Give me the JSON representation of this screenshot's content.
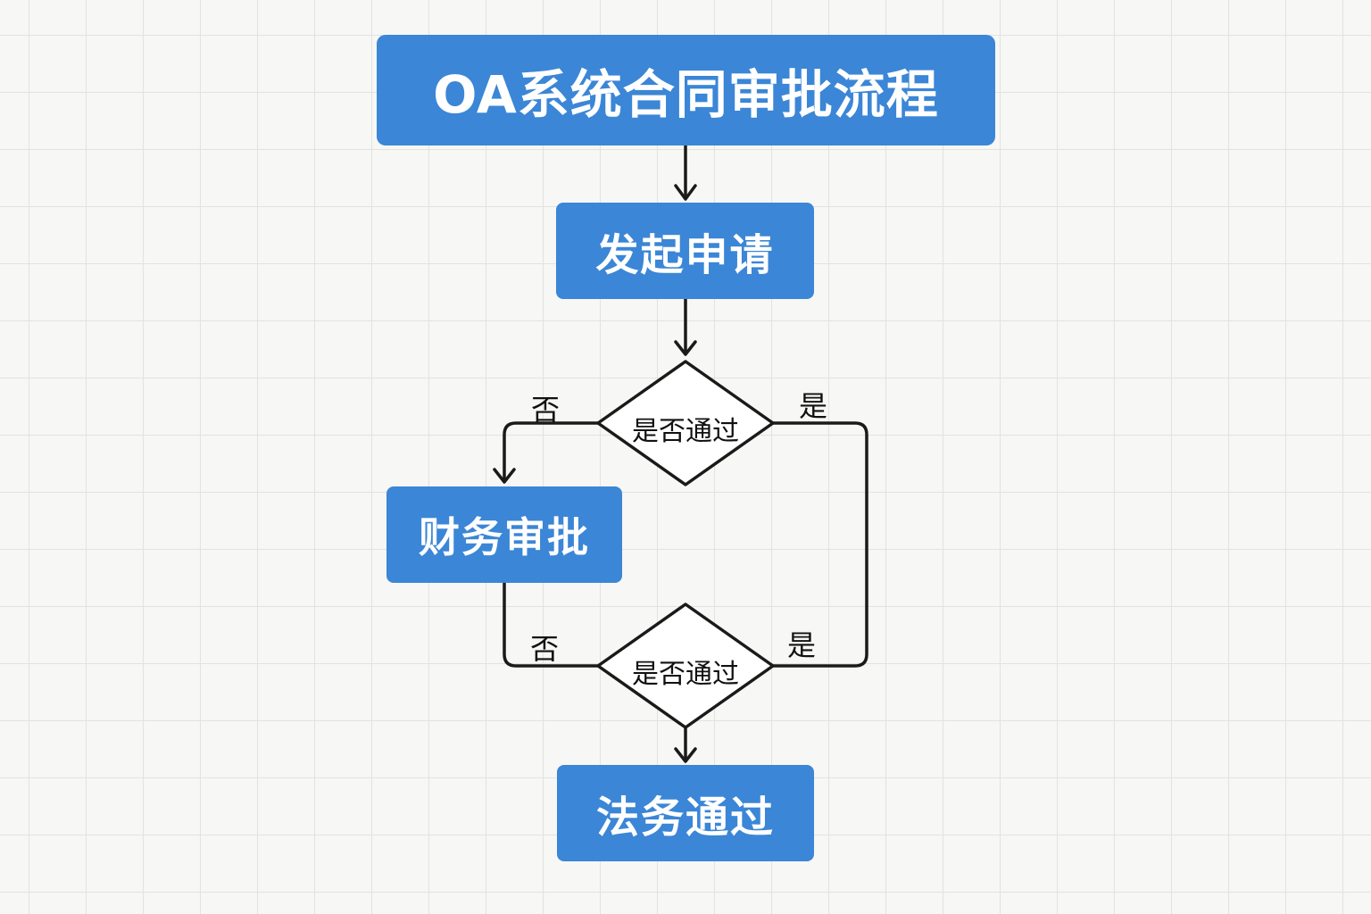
{
  "colors": {
    "node_fill": "#3b86d6",
    "node_text": "#ffffff",
    "line": "#1a1a1a",
    "background": "#f7f7f5",
    "grid": "#e2e2e0"
  },
  "nodes": {
    "title": "OA系统合同审批流程",
    "apply": "发起申请",
    "decision_1": "是否通过",
    "finance": "财务审批",
    "decision_2": "是否通过",
    "legal": "法务通过"
  },
  "edge_labels": {
    "decision_1_no": "否",
    "decision_1_yes": "是",
    "decision_2_no": "否",
    "decision_2_yes": "是"
  }
}
